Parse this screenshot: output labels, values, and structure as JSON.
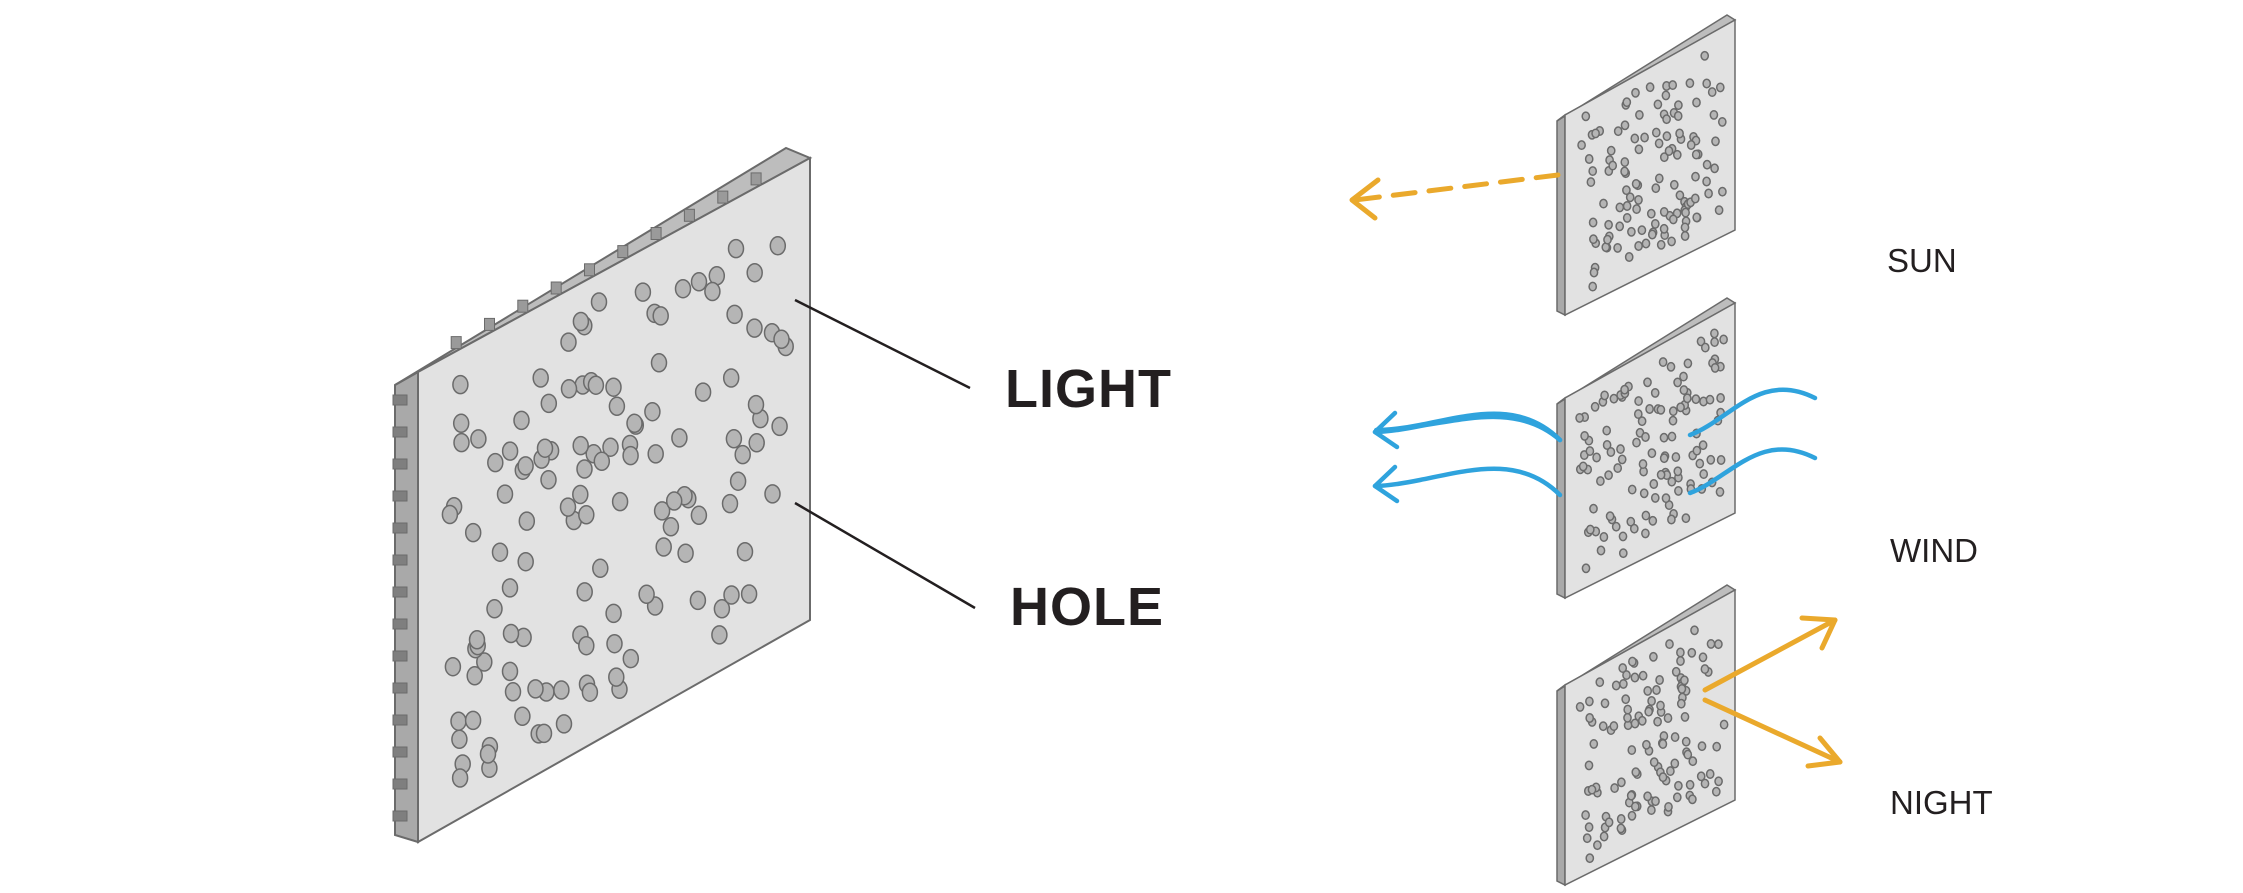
{
  "labels": {
    "light": "LIGHT",
    "hole": "HOLE",
    "sun": "SUN",
    "wind": "WIND",
    "night": "NIGHT"
  },
  "panels": {
    "main": "perforated-panel",
    "small": [
      "sun-panel",
      "wind-panel",
      "night-panel"
    ]
  },
  "colors": {
    "panel_face": "#e2e2e2",
    "panel_side": "#a9a9a9",
    "panel_edge": "#6b6b6b",
    "hole_fill": "#b5b5b5",
    "line": "#231f20",
    "sun": "#eaa92c",
    "wind": "#2fa3dd",
    "night": "#eaa92c"
  },
  "icons": {
    "sun_arrow": "dashed-arrow-left",
    "wind_arrow": "wavy-arrow-left",
    "night_arrow": "split-arrow-right"
  }
}
